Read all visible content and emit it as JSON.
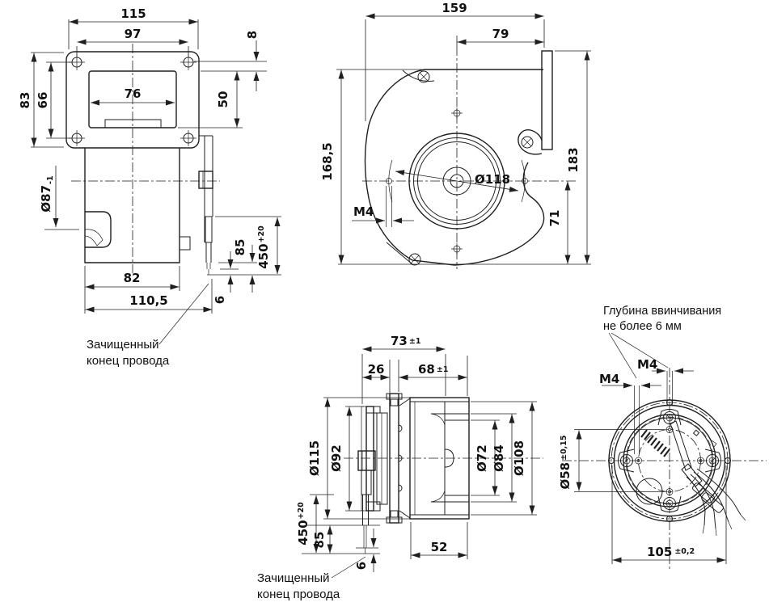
{
  "drawing": {
    "kind": "fan-dimensional-drawing",
    "line_color": "#1f1f1f",
    "background": "#ffffff",
    "views": {
      "front": {
        "w115": "115",
        "w97": "97",
        "d8": "8",
        "h83": "83",
        "h66": "66",
        "w76": "76",
        "h50": "50",
        "dia87": "Ø87",
        "dia87_tol": "-1",
        "w82": "82",
        "w110": "110,5",
        "l85": "85",
        "l450": "450",
        "l450_tol": "+20",
        "l6": "6",
        "note1": "Зачищенный",
        "note2": "конец провода"
      },
      "side": {
        "w159": "159",
        "w79": "79",
        "h168": "168,5",
        "h183": "183",
        "dia118": "Ø118",
        "m4": "M4",
        "h71": "71"
      },
      "section": {
        "d73": "73",
        "d73_tol": "±1",
        "d26": "26",
        "d68": "68",
        "d68_tol": "±1",
        "dia115": "Ø115",
        "dia92": "Ø92",
        "dia72": "Ø72",
        "dia84": "Ø84",
        "dia108": "Ø108",
        "l450": "450",
        "l450_tol": "+20",
        "l85": "85",
        "l6": "6",
        "d52": "52",
        "note1": "Зачищенный",
        "note2": "конец провода"
      },
      "rear": {
        "note1": "Глубина ввинчивания",
        "note2": "не более 6 мм",
        "m4a": "M4",
        "m4b": "M4",
        "dia58": "Ø58",
        "dia58_tol": "±0,15",
        "w105": "105",
        "w105_tol": "±0,2"
      }
    }
  }
}
